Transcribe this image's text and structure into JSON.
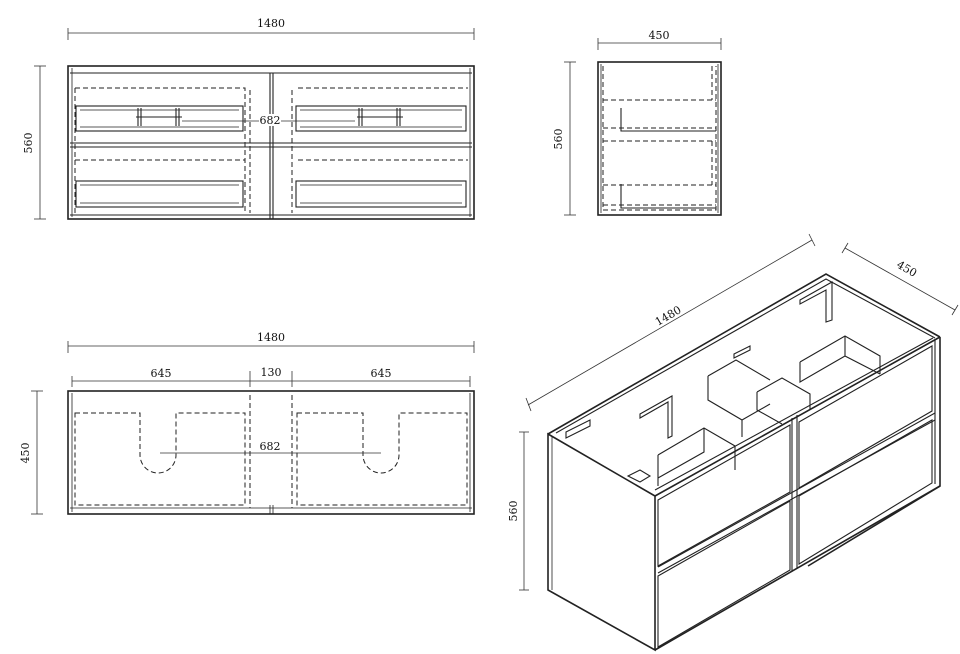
{
  "front_view": {
    "width_label": "1480",
    "height_label": "560",
    "inner_label": "682"
  },
  "side_view": {
    "depth_label": "450",
    "height_label": "560"
  },
  "top_view": {
    "width_label": "1480",
    "left_segment_label": "645",
    "middle_segment_label": "130",
    "right_segment_label": "645",
    "depth_label": "450",
    "inner_label": "682"
  },
  "iso_view": {
    "width_label": "1480",
    "depth_label": "450",
    "height_label": "560"
  }
}
